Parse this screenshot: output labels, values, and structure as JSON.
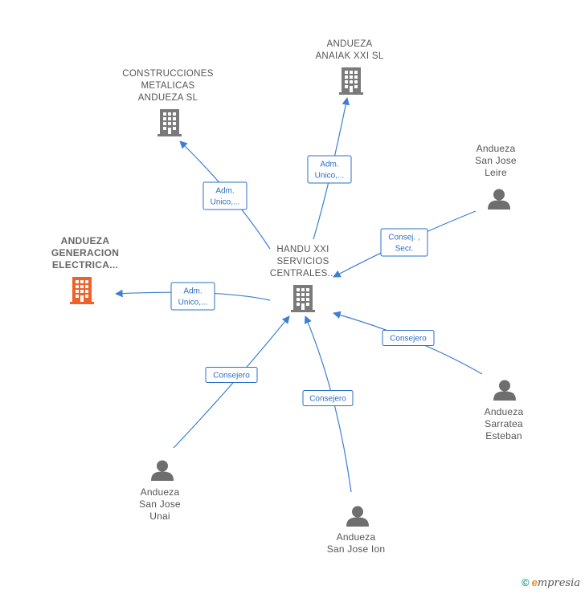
{
  "colors": {
    "edge": "#3b7fd4",
    "company": "#7a7a7a",
    "focus_company": "#f0602a",
    "person": "#6e6e6e"
  },
  "nodes": [
    {
      "id": "handu",
      "type": "company",
      "icon": "building-icon",
      "label": [
        "HANDU XXI",
        "SERVICIOS",
        "CENTRALES..."
      ]
    },
    {
      "id": "anaiak",
      "type": "company",
      "icon": "building-icon",
      "label": [
        "ANDUEZA",
        "ANAIAK XXI  SL"
      ]
    },
    {
      "id": "construcciones",
      "type": "company",
      "icon": "building-icon",
      "label": [
        "CONSTRUCCIONES",
        "METALICAS",
        "ANDUEZA  SL"
      ]
    },
    {
      "id": "generacion",
      "type": "focus-company",
      "icon": "building-icon",
      "label": [
        "ANDUEZA",
        "GENERACION",
        "ELECTRICA..."
      ]
    },
    {
      "id": "leire",
      "type": "person",
      "icon": "person-icon",
      "label": [
        "Andueza",
        "San Jose",
        "Leire"
      ]
    },
    {
      "id": "esteban",
      "type": "person",
      "icon": "person-icon",
      "label": [
        "Andueza",
        "Sarratea",
        "Esteban"
      ]
    },
    {
      "id": "ion",
      "type": "person",
      "icon": "person-icon",
      "label": [
        "Andueza",
        "San Jose Ion"
      ]
    },
    {
      "id": "unai",
      "type": "person",
      "icon": "person-icon",
      "label": [
        "Andueza",
        "San Jose",
        "Unai"
      ]
    }
  ],
  "edges": [
    {
      "id": "handu-anaiak",
      "from": "handu",
      "to": "anaiak",
      "label": [
        "Adm.",
        "Unico,..."
      ]
    },
    {
      "id": "handu-construcciones",
      "from": "handu",
      "to": "construcciones",
      "label": [
        "Adm.",
        "Unico,..."
      ]
    },
    {
      "id": "handu-generacion",
      "from": "handu",
      "to": "generacion",
      "label": [
        "Adm.",
        "Unico,..."
      ]
    },
    {
      "id": "leire-handu",
      "from": "leire",
      "to": "handu",
      "label": [
        "Consej. ,",
        "Secr."
      ]
    },
    {
      "id": "esteban-handu",
      "from": "esteban",
      "to": "handu",
      "label": [
        "Consejero"
      ]
    },
    {
      "id": "ion-handu",
      "from": "ion",
      "to": "handu",
      "label": [
        "Consejero"
      ]
    },
    {
      "id": "unai-handu",
      "from": "unai",
      "to": "handu",
      "label": [
        "Consejero"
      ]
    }
  ],
  "footer": {
    "copyright_symbol": "©",
    "brand_initial": "e",
    "brand_rest": "mpresia"
  }
}
